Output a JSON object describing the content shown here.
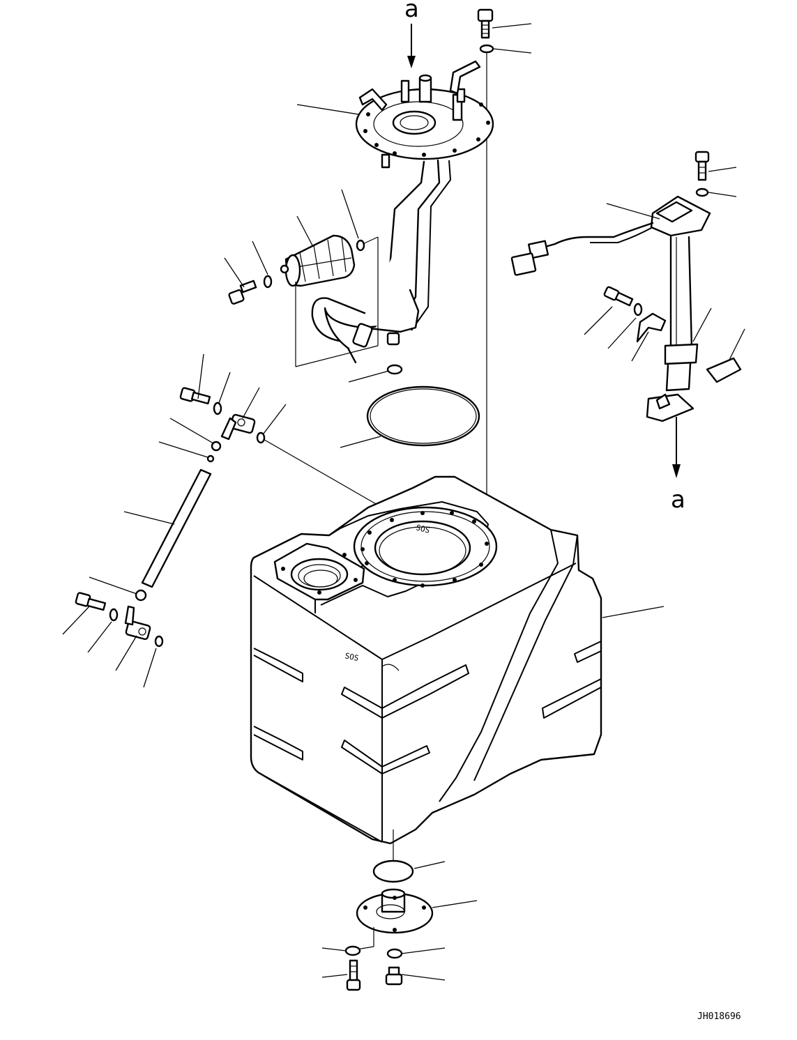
{
  "diagram": {
    "view_ref_label": "a",
    "drawing_number": "JH018696",
    "tank_marking": "SOS"
  }
}
